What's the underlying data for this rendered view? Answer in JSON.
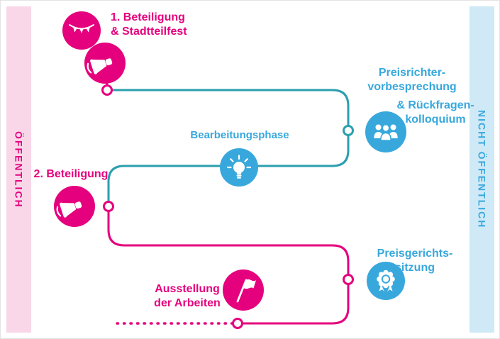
{
  "bands": {
    "left_label": "ÖFFENTLICH",
    "right_label": "NICHT ÖFFENTLICH"
  },
  "steps": {
    "participation1": {
      "line1": "1. Beteiligung",
      "line2": "& Stadtteilfest"
    },
    "jury_briefing": {
      "line1": "Preisrichter-",
      "line2": "vorbesprechung",
      "line3": "& Rückfragen-",
      "line4": "kolloquium"
    },
    "work_phase": {
      "label": "Bearbeitungsphase"
    },
    "participation2": {
      "label": "2. Beteiligung"
    },
    "jury_session": {
      "line1": "Preisgerichts-",
      "line2": "sitzung"
    },
    "exhibition": {
      "line1": "Ausstellung",
      "line2": "der Arbeiten"
    }
  },
  "icons": {
    "festival": "bunting-garland",
    "participation1": "megaphone",
    "jury_briefing": "people-group",
    "work_phase": "lightbulb",
    "participation2": "megaphone",
    "jury_session": "award-rosette",
    "exhibition": "flag"
  },
  "colors": {
    "pink": "#e5007d",
    "blue": "#38a8dc",
    "teal": "#2b9fae",
    "band_pink_bg": "#f9d7e9",
    "band_blue_bg": "#cfe9f7"
  }
}
